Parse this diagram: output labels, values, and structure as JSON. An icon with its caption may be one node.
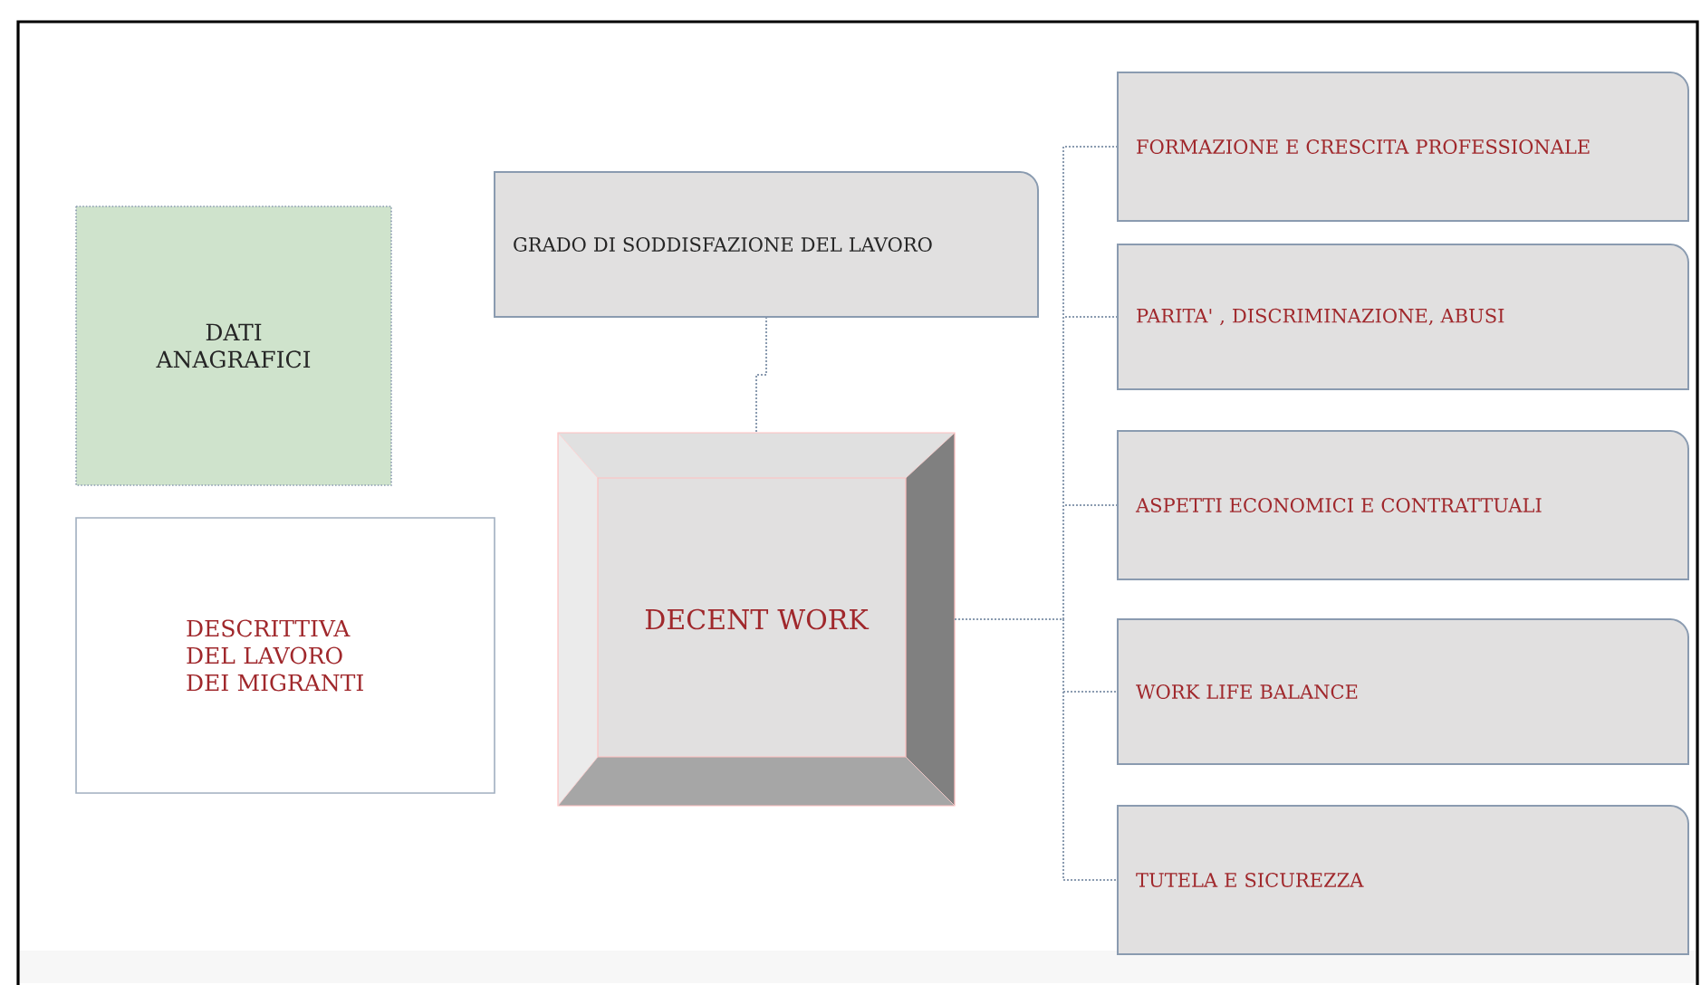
{
  "diagram": {
    "nodes": [
      {
        "text": [
          "DATI ANAGRAFICI"
        ]
      },
      {
        "text": [
          "DESCRITTIVA DEL LAVORO DEI MIGRANTI"
        ]
      },
      {
        "text": [
          "GRADO DI SODDISFAZIONE DEL LAVORO"
        ]
      },
      {
        "text": [
          "DECENT WORK"
        ]
      },
      {
        "text": [
          "FORMAZIONE E CRESCITA PROFESSIONALE"
        ]
      },
      {
        "text": [
          "PARITA' , DISCRIMINAZIONE, ABUSI"
        ]
      },
      {
        "text": [
          "ASPETTI ECONOMICI E CONTRATTUALI"
        ]
      },
      {
        "text": [
          "WORK LIFE BALANCE"
        ]
      },
      {
        "text": [
          "TUTELA E SICUREZZA"
        ]
      }
    ],
    "edges": [
      {
        "from": 2,
        "to": 3,
        "arrow": "none",
        "style": "dashed"
      },
      {
        "from": 3,
        "to": 4,
        "arrow": "none",
        "style": "dashed"
      },
      {
        "from": 3,
        "to": 5,
        "arrow": "none",
        "style": "dashed"
      },
      {
        "from": 3,
        "to": 6,
        "arrow": "none",
        "style": "dashed"
      },
      {
        "from": 3,
        "to": 7,
        "arrow": "none",
        "style": "dashed"
      },
      {
        "from": 3,
        "to": 8,
        "arrow": "none",
        "style": "dashed"
      }
    ]
  }
}
